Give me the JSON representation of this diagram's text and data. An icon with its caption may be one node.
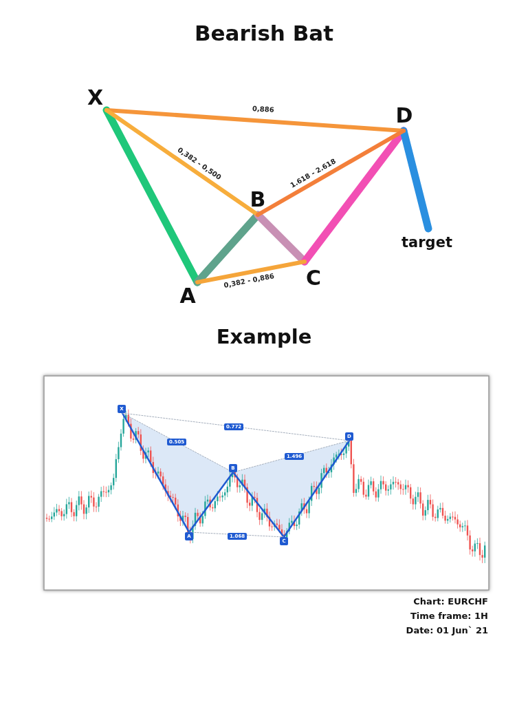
{
  "diagram": {
    "title": "Bearish Bat",
    "nodes": [
      {
        "text": [
          "X"
        ]
      },
      {
        "text": [
          "A"
        ]
      },
      {
        "text": [
          "B"
        ]
      },
      {
        "text": [
          "C"
        ]
      },
      {
        "text": [
          "D"
        ]
      },
      {
        "text": [
          "target"
        ]
      },
      {
        "text": [
          "X"
        ]
      },
      {
        "text": [
          "A"
        ]
      },
      {
        "text": [
          "B"
        ]
      },
      {
        "text": [
          "C"
        ]
      },
      {
        "text": [
          "D"
        ]
      }
    ],
    "edges": [
      {
        "from": 0,
        "to": 1,
        "arrow": "none",
        "style": "thick",
        "color": "#1fc77a"
      },
      {
        "from": 1,
        "to": 2,
        "arrow": "none",
        "style": "thick",
        "color": "#5fa38c"
      },
      {
        "from": 2,
        "to": 3,
        "arrow": "none",
        "style": "thick",
        "color": "#c890b4"
      },
      {
        "from": 3,
        "to": 4,
        "arrow": "none",
        "style": "thick",
        "color": "#f24fb4"
      },
      {
        "from": 4,
        "to": 5,
        "arrow": "none",
        "style": "thick",
        "color": "#2a8fe0"
      },
      {
        "from": 0,
        "to": 4,
        "arrow": "none",
        "label": "0,886",
        "color": "#f5953a"
      },
      {
        "from": 0,
        "to": 2,
        "arrow": "none",
        "label": "0,382 - 0,500",
        "color": "#f7ad3c"
      },
      {
        "from": 2,
        "to": 4,
        "arrow": "none",
        "label": "1.618 - 2.618",
        "color": "#f37f3a"
      },
      {
        "from": 1,
        "to": 3,
        "arrow": "none",
        "label": "0,382 - 0,886",
        "color": "#f5a53a"
      },
      {
        "from": 6,
        "to": 7,
        "arrow": "none",
        "color": "#1f5ad1"
      },
      {
        "from": 7,
        "to": 8,
        "arrow": "none",
        "color": "#1f5ad1"
      },
      {
        "from": 8,
        "to": 9,
        "arrow": "none",
        "color": "#1f5ad1"
      },
      {
        "from": 9,
        "to": 10,
        "arrow": "none",
        "color": "#1f5ad1"
      },
      {
        "from": 6,
        "to": 10,
        "arrow": "none",
        "label": "0.772",
        "style": "dashed",
        "color": "#a3adbb"
      },
      {
        "from": 6,
        "to": 8,
        "arrow": "none",
        "label": "0.505",
        "style": "dashed",
        "color": "#a3adbb"
      },
      {
        "from": 8,
        "to": 10,
        "arrow": "none",
        "label": "1.496",
        "style": "dashed",
        "color": "#a3adbb"
      },
      {
        "from": 7,
        "to": 9,
        "arrow": "none",
        "label": "1.068",
        "style": "dashed",
        "color": "#a3adbb"
      }
    ],
    "labels": [
      "Example",
      "Chart: EURCHF",
      "Time frame: 1H",
      "Date: 01 Jun` 21"
    ]
  }
}
